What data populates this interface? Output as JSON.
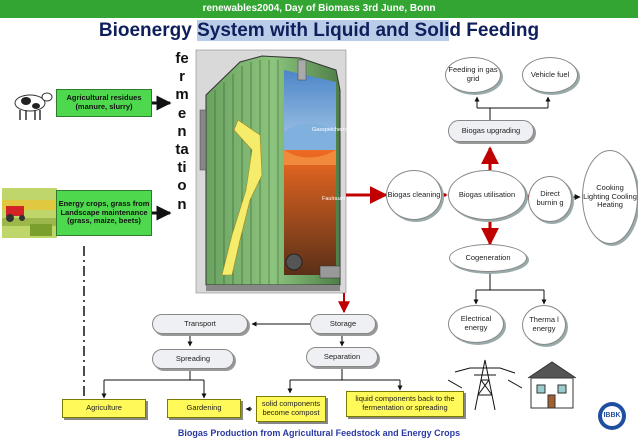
{
  "header": {
    "event": "renewables2004, Day of Biomass 3rd June, Bonn",
    "title_part1": "Bioenergy ",
    "title_part2": "System with Liquid and Soli",
    "title_part3": "d Feeding"
  },
  "footer": "Biogas Production from Agricultural Feedstock and Energy Crops",
  "inputs": {
    "residues": "Agricultural residues (manure, slurry)",
    "crops": "Energy crops, grass from Landscape maintenance (grass, maize, beets)"
  },
  "fermentation_label": "fermentation",
  "silo": {
    "gas_label": "Gasspeicherraum",
    "ferment_label": "Faulraum"
  },
  "nodes": {
    "feeding_grid": "Feeding in gas grid",
    "vehicle_fuel": "Vehicle fuel",
    "biogas_upgrading": "Biogas upgrading",
    "biogas_cleaning": "Biogas cleaning",
    "biogas_utilisation": "Biogas utilisation",
    "direct_burning": "Direct burnin g",
    "heat_uses": "Cooking Lighting Cooling Heating",
    "cogeneration": "Cogeneration",
    "electrical_energy": "Electrical energy",
    "thermal_energy": "Therma l energy"
  },
  "residue_chain": {
    "transport": "Transport",
    "storage": "Storage",
    "spreading": "Spreading",
    "separation": "Separation",
    "agriculture": "Agriculture",
    "gardening": "Gardening",
    "solid": "solid components become compost",
    "liquid": "liquid components back to the fermentation or spreading"
  },
  "logo_text": "IBBK",
  "colors": {
    "topbar": "#33a533",
    "title": "#0f1f5c",
    "arrow_red": "#c00000",
    "input_green": "#4ed84e",
    "box_yellow": "#fff95a"
  }
}
